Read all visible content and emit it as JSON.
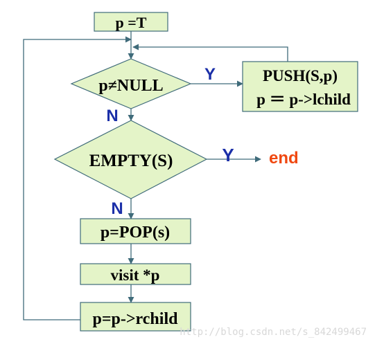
{
  "colors": {
    "shape_fill": "#e4f4c8",
    "shape_stroke": "#3f6b7a",
    "connector": "#3f6b7a",
    "branch_label": "#1b2fa8",
    "end_label": "#f04810",
    "watermark": "#d8d8d8"
  },
  "nodes": {
    "init": "p =T",
    "cond_null": "p≠NULL",
    "push_line1": "PUSH(S,p)",
    "push_line2": "p ＝ p->lchild",
    "cond_empty": "EMPTY(S)",
    "pop": "p=POP(s)",
    "visit": "visit  *p",
    "rchild": "p=p->rchild"
  },
  "labels": {
    "null_yes": "Y",
    "null_no": "N",
    "empty_yes": "Y",
    "empty_no": "N",
    "end": "end"
  },
  "watermark": "http://blog.csdn.net/s_842499467"
}
